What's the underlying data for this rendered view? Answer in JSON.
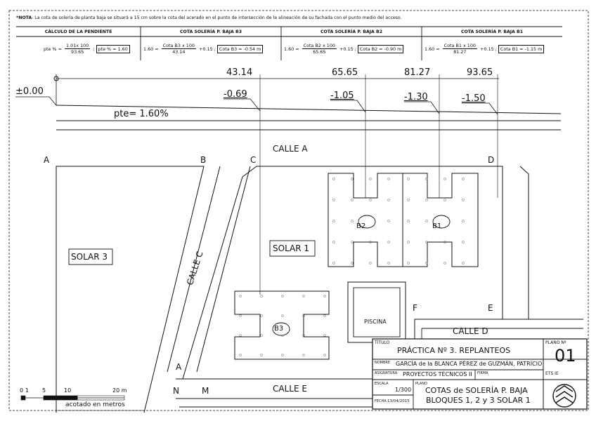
{
  "note": {
    "prefix": "*NOTA",
    "text": ": La cota de solería de planta baja se situará a 15 cm sobre la cota del acerado en el punto de intersección de la alineación de su fachada con el punto medio del acceso."
  },
  "calc_table": {
    "columns": [
      {
        "header": "CÁLCULO DE LA PENDIENTE",
        "lhs": "pte % =",
        "numerator": "1.01x 100",
        "denominator": "93.65",
        "tail": ";",
        "result": "pte % = 1.60"
      },
      {
        "header": "COTA SOLERÍA P. BAJA B3",
        "lhs": "1.60 =",
        "numerator": "Cota B3 x 100",
        "denominator": "43.14",
        "tail": "+0.15 ;",
        "result": "Cota B3 = -0.54 m"
      },
      {
        "header": "COTA SOLERÍA P. BAJA B2",
        "lhs": "1.60 =",
        "numerator": "Cota B2 x 100",
        "denominator": "65.65",
        "tail": "+0.15 ;",
        "result": "Cota B2 = -0.90 m"
      },
      {
        "header": "COTA SOLERÍA P. BAJA B1",
        "lhs": "1.60 =",
        "numerator": "Cota B1 x 100",
        "denominator": "81.27",
        "tail": "+0.15 ;",
        "result": "Cota B1 = -1.15 m"
      }
    ]
  },
  "profile": {
    "origin_level": "±0.00",
    "slope_label": "pte= 1.60%",
    "distances": [
      "43.14",
      "65.65",
      "81.27",
      "93.65"
    ],
    "levels": [
      "-0.69",
      "-1.05",
      "-1.30",
      "-1.50"
    ]
  },
  "plan": {
    "streets": {
      "calle_a": "CALLE A",
      "calle_c": "CALLE C",
      "calle_d": "CALLE D",
      "calle_e": "CALLE E"
    },
    "points": {
      "a": "A",
      "b": "B",
      "c": "C",
      "d": "D",
      "e": "E",
      "f": "F",
      "a2": "A",
      "n": "N",
      "m": "M"
    },
    "solar3": "SOLAR 3",
    "solar1": "SOLAR 1",
    "piscina": "PISCINA",
    "blocks": [
      "B2",
      "B1",
      "B3"
    ]
  },
  "scale_bar": {
    "ticks": [
      "0",
      "1",
      "5",
      "10",
      "20 m"
    ],
    "caption": "acotado en metros"
  },
  "title_block": {
    "titulo_label": "TÍTULO",
    "titulo": "PRÁCTICA Nº 3. REPLANTEOS",
    "plano_n_label": "PLANO Nº",
    "plano_n": "01",
    "nombre_label": "NOMBRE",
    "nombre": "GARCÍA de la BLANCA PÉREZ de GUZMÁN, PATRICIO",
    "asignatura_label": "ASIGNATURA",
    "asignatura": "PROYECTOS TÉCNICOS II",
    "firma_label": "FIRMA",
    "ets_label": "ETS IE",
    "escala_label": "ESCALA",
    "escala": "1/300",
    "plano_label": "PLANO",
    "plano_line1": "COTAS de SOLERÍA P. BAJA",
    "plano_line2": "BLOQUES 1, 2 y 3 SOLAR 1",
    "fecha_label": "FECHA",
    "fecha": "13/04/2015"
  }
}
